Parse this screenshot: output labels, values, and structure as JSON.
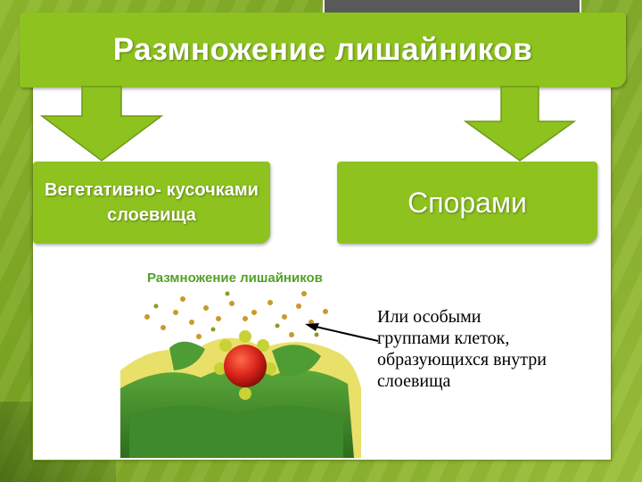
{
  "title": "Размножение лишайников",
  "box_left": {
    "line1": "Вегетативно- кусочками",
    "line2": "слоевища"
  },
  "box_right": "Спорами",
  "illustration": {
    "title": "Размножение лишайников"
  },
  "caption": {
    "line1": "Или особыми",
    "line2": "группами клеток,",
    "line3": "образующихся внутри",
    "line4": "слоевища"
  },
  "colors": {
    "box_green": "#8dc21f",
    "background_green": "#86b02a",
    "tab_gray": "#595959"
  }
}
